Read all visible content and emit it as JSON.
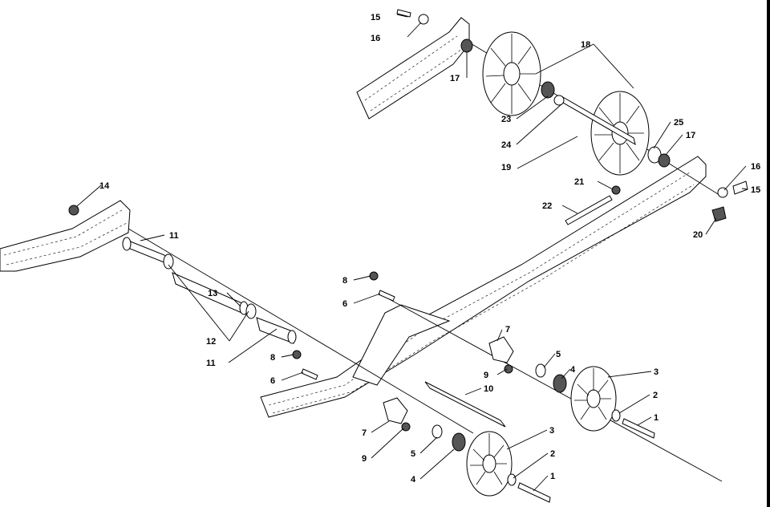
{
  "callouts": [
    {
      "id": "c1a",
      "text": "1"
    },
    {
      "id": "c1b",
      "text": "1"
    },
    {
      "id": "c2a",
      "text": "2"
    },
    {
      "id": "c2b",
      "text": "2"
    },
    {
      "id": "c3a",
      "text": "3"
    },
    {
      "id": "c3b",
      "text": "3"
    },
    {
      "id": "c4a",
      "text": "4"
    },
    {
      "id": "c4b",
      "text": "4"
    },
    {
      "id": "c5a",
      "text": "5"
    },
    {
      "id": "c5b",
      "text": "5"
    },
    {
      "id": "c6a",
      "text": "6"
    },
    {
      "id": "c6b",
      "text": "6"
    },
    {
      "id": "c7a",
      "text": "7"
    },
    {
      "id": "c7b",
      "text": "7"
    },
    {
      "id": "c8a",
      "text": "8"
    },
    {
      "id": "c8b",
      "text": "8"
    },
    {
      "id": "c9a",
      "text": "9"
    },
    {
      "id": "c9b",
      "text": "9"
    },
    {
      "id": "c10",
      "text": "10"
    },
    {
      "id": "c11a",
      "text": "11"
    },
    {
      "id": "c11b",
      "text": "11"
    },
    {
      "id": "c12",
      "text": "12"
    },
    {
      "id": "c13",
      "text": "13"
    },
    {
      "id": "c14",
      "text": "14"
    },
    {
      "id": "c15a",
      "text": "15"
    },
    {
      "id": "c15b",
      "text": "15"
    },
    {
      "id": "c16a",
      "text": "16"
    },
    {
      "id": "c16b",
      "text": "16"
    },
    {
      "id": "c17a",
      "text": "17"
    },
    {
      "id": "c17b",
      "text": "17"
    },
    {
      "id": "c18",
      "text": "18"
    },
    {
      "id": "c19",
      "text": "19"
    },
    {
      "id": "c20",
      "text": "20"
    },
    {
      "id": "c21",
      "text": "21"
    },
    {
      "id": "c22",
      "text": "22"
    },
    {
      "id": "c23",
      "text": "23"
    },
    {
      "id": "c24",
      "text": "24"
    },
    {
      "id": "c25",
      "text": "25"
    }
  ]
}
